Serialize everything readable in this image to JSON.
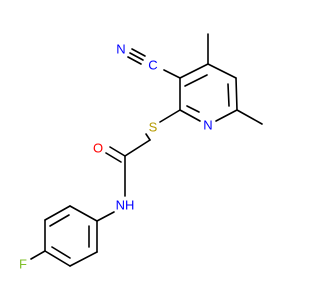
{
  "molecule": {
    "atoms": {
      "n_nitrile": {
        "label": "N",
        "color": "#0000ff"
      },
      "c_nitrile": {
        "label": "C",
        "color": "#0000ff"
      },
      "s_thio": {
        "label": "S",
        "color": "#b59a00"
      },
      "n_ring": {
        "label": "N",
        "color": "#0000ff"
      },
      "o_carbonyl": {
        "label": "O",
        "color": "#ff0000"
      },
      "nh_amide": {
        "label": "NH",
        "color": "#0000ff"
      },
      "f_fluoro": {
        "label": "F",
        "color": "#7fbf2a"
      }
    },
    "bond_color": "#000000"
  }
}
